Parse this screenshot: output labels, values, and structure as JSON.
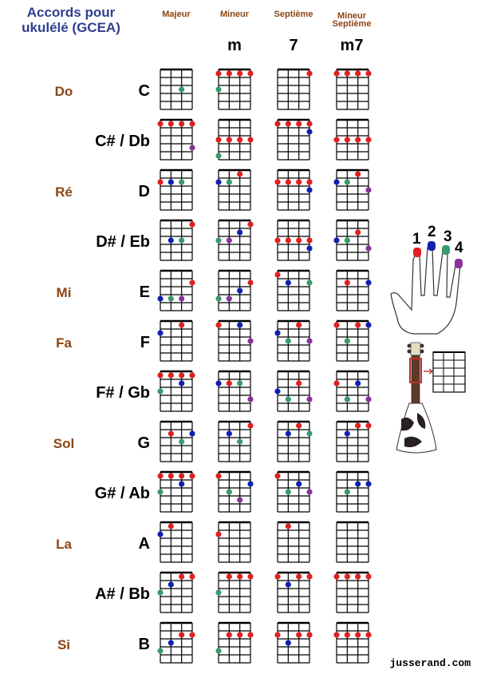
{
  "header": {
    "title_line1": "Accords pour",
    "title_line2": "ukulélé (GCEA)",
    "columns": [
      {
        "name": "Majeur",
        "name2": "",
        "symbol": ""
      },
      {
        "name": "Mineur",
        "name2": "",
        "symbol": "m"
      },
      {
        "name": "Septième",
        "name2": "",
        "symbol": "7"
      },
      {
        "name": "Mineur",
        "name2": "Septième",
        "symbol": "m7"
      }
    ]
  },
  "colors": {
    "1": "#e02020",
    "2": "#1020b0",
    "3": "#3a9a6a",
    "4": "#883399",
    "grid": "#000000",
    "label_fr": "#8b4513",
    "title": "#2e3f8f"
  },
  "hand": {
    "fingers": [
      "1",
      "2",
      "3",
      "4"
    ]
  },
  "footer": "jusserand.com",
  "chart_data": {
    "type": "diagram",
    "strings": [
      "G",
      "C",
      "E",
      "A"
    ],
    "rows": [
      {
        "fr": "Do",
        "en": "C",
        "chords": [
          [
            {
              "s": 3,
              "f": 3,
              "c": 3
            }
          ],
          [
            {
              "s": 1,
              "f": 1,
              "c": 1
            },
            {
              "s": 2,
              "f": 1,
              "c": 1
            },
            {
              "s": 3,
              "f": 1,
              "c": 1
            },
            {
              "s": 4,
              "f": 1,
              "c": 1
            },
            {
              "s": 1,
              "f": 3,
              "c": 3
            }
          ],
          [
            {
              "s": 4,
              "f": 1,
              "c": 1
            }
          ],
          [
            {
              "s": 1,
              "f": 1,
              "c": 1
            },
            {
              "s": 2,
              "f": 1,
              "c": 1
            },
            {
              "s": 3,
              "f": 1,
              "c": 1
            },
            {
              "s": 4,
              "f": 1,
              "c": 1
            }
          ]
        ]
      },
      {
        "fr": "",
        "en": "C# / Db",
        "chords": [
          [
            {
              "s": 1,
              "f": 1,
              "c": 1
            },
            {
              "s": 2,
              "f": 1,
              "c": 1
            },
            {
              "s": 3,
              "f": 1,
              "c": 1
            },
            {
              "s": 4,
              "f": 1,
              "c": 1
            },
            {
              "s": 4,
              "f": 4,
              "c": 4
            }
          ],
          [
            {
              "s": 1,
              "f": 3,
              "c": 1
            },
            {
              "s": 2,
              "f": 3,
              "c": 1
            },
            {
              "s": 3,
              "f": 3,
              "c": 1
            },
            {
              "s": 4,
              "f": 3,
              "c": 1
            },
            {
              "s": 1,
              "f": 5,
              "c": 3
            }
          ],
          [
            {
              "s": 1,
              "f": 1,
              "c": 1
            },
            {
              "s": 2,
              "f": 1,
              "c": 1
            },
            {
              "s": 3,
              "f": 1,
              "c": 1
            },
            {
              "s": 4,
              "f": 1,
              "c": 1
            },
            {
              "s": 4,
              "f": 2,
              "c": 2
            }
          ],
          [
            {
              "s": 1,
              "f": 3,
              "c": 1
            },
            {
              "s": 2,
              "f": 3,
              "c": 1
            },
            {
              "s": 3,
              "f": 3,
              "c": 1
            },
            {
              "s": 4,
              "f": 3,
              "c": 1
            }
          ]
        ]
      },
      {
        "fr": "Ré",
        "en": "D",
        "chords": [
          [
            {
              "s": 1,
              "f": 2,
              "c": 1
            },
            {
              "s": 2,
              "f": 2,
              "c": 2
            },
            {
              "s": 3,
              "f": 2,
              "c": 3
            }
          ],
          [
            {
              "s": 1,
              "f": 2,
              "c": 2
            },
            {
              "s": 2,
              "f": 2,
              "c": 3
            },
            {
              "s": 3,
              "f": 1,
              "c": 1
            }
          ],
          [
            {
              "s": 1,
              "f": 2,
              "c": 1
            },
            {
              "s": 2,
              "f": 2,
              "c": 1
            },
            {
              "s": 3,
              "f": 2,
              "c": 1
            },
            {
              "s": 4,
              "f": 2,
              "c": 1
            },
            {
              "s": 4,
              "f": 3,
              "c": 2
            }
          ],
          [
            {
              "s": 1,
              "f": 2,
              "c": 2
            },
            {
              "s": 2,
              "f": 2,
              "c": 3
            },
            {
              "s": 3,
              "f": 1,
              "c": 1
            },
            {
              "s": 4,
              "f": 3,
              "c": 4
            }
          ]
        ]
      },
      {
        "fr": "",
        "en": "D# / Eb",
        "chords": [
          [
            {
              "s": 2,
              "f": 3,
              "c": 2
            },
            {
              "s": 3,
              "f": 3,
              "c": 3
            },
            {
              "s": 4,
              "f": 1,
              "c": 1
            }
          ],
          [
            {
              "s": 1,
              "f": 3,
              "c": 3
            },
            {
              "s": 2,
              "f": 3,
              "c": 4
            },
            {
              "s": 3,
              "f": 2,
              "c": 2
            },
            {
              "s": 4,
              "f": 1,
              "c": 1
            }
          ],
          [
            {
              "s": 1,
              "f": 3,
              "c": 1
            },
            {
              "s": 2,
              "f": 3,
              "c": 1
            },
            {
              "s": 3,
              "f": 3,
              "c": 1
            },
            {
              "s": 4,
              "f": 3,
              "c": 1
            },
            {
              "s": 4,
              "f": 4,
              "c": 2
            }
          ],
          [
            {
              "s": 1,
              "f": 3,
              "c": 2
            },
            {
              "s": 2,
              "f": 3,
              "c": 3
            },
            {
              "s": 3,
              "f": 2,
              "c": 1
            },
            {
              "s": 4,
              "f": 4,
              "c": 4
            }
          ]
        ]
      },
      {
        "fr": "Mi",
        "en": "E",
        "chords": [
          [
            {
              "s": 1,
              "f": 4,
              "c": 2
            },
            {
              "s": 2,
              "f": 4,
              "c": 3
            },
            {
              "s": 3,
              "f": 4,
              "c": 4
            },
            {
              "s": 4,
              "f": 2,
              "c": 1
            }
          ],
          [
            {
              "s": 1,
              "f": 4,
              "c": 3
            },
            {
              "s": 2,
              "f": 4,
              "c": 4
            },
            {
              "s": 3,
              "f": 3,
              "c": 2
            },
            {
              "s": 4,
              "f": 2,
              "c": 1
            }
          ],
          [
            {
              "s": 1,
              "f": 1,
              "c": 1
            },
            {
              "s": 2,
              "f": 2,
              "c": 2
            },
            {
              "s": 4,
              "f": 2,
              "c": 3
            }
          ],
          [
            {
              "s": 2,
              "f": 2,
              "c": 1
            },
            {
              "s": 4,
              "f": 2,
              "c": 2
            }
          ]
        ]
      },
      {
        "fr": "Fa",
        "en": "F",
        "chords": [
          [
            {
              "s": 1,
              "f": 2,
              "c": 2
            },
            {
              "s": 3,
              "f": 1,
              "c": 1
            }
          ],
          [
            {
              "s": 1,
              "f": 1,
              "c": 1
            },
            {
              "s": 3,
              "f": 1,
              "c": 2
            },
            {
              "s": 4,
              "f": 3,
              "c": 4
            }
          ],
          [
            {
              "s": 1,
              "f": 2,
              "c": 2
            },
            {
              "s": 2,
              "f": 3,
              "c": 3
            },
            {
              "s": 3,
              "f": 1,
              "c": 1
            },
            {
              "s": 4,
              "f": 3,
              "c": 4
            }
          ],
          [
            {
              "s": 1,
              "f": 1,
              "c": 1
            },
            {
              "s": 2,
              "f": 3,
              "c": 3
            },
            {
              "s": 3,
              "f": 1,
              "c": 1
            },
            {
              "s": 4,
              "f": 1,
              "c": 2
            }
          ]
        ]
      },
      {
        "fr": "",
        "en": "F# / Gb",
        "chords": [
          [
            {
              "s": 1,
              "f": 1,
              "c": 1
            },
            {
              "s": 2,
              "f": 1,
              "c": 1
            },
            {
              "s": 3,
              "f": 1,
              "c": 1
            },
            {
              "s": 4,
              "f": 1,
              "c": 1
            },
            {
              "s": 1,
              "f": 3,
              "c": 3
            },
            {
              "s": 3,
              "f": 2,
              "c": 2
            }
          ],
          [
            {
              "s": 1,
              "f": 2,
              "c": 2
            },
            {
              "s": 2,
              "f": 2,
              "c": 1
            },
            {
              "s": 3,
              "f": 2,
              "c": 3
            },
            {
              "s": 4,
              "f": 4,
              "c": 4
            }
          ],
          [
            {
              "s": 1,
              "f": 3,
              "c": 2
            },
            {
              "s": 2,
              "f": 4,
              "c": 3
            },
            {
              "s": 3,
              "f": 2,
              "c": 1
            },
            {
              "s": 4,
              "f": 4,
              "c": 4
            }
          ],
          [
            {
              "s": 1,
              "f": 2,
              "c": 1
            },
            {
              "s": 2,
              "f": 4,
              "c": 3
            },
            {
              "s": 3,
              "f": 2,
              "c": 2
            },
            {
              "s": 4,
              "f": 4,
              "c": 4
            }
          ]
        ]
      },
      {
        "fr": "Sol",
        "en": "G",
        "chords": [
          [
            {
              "s": 2,
              "f": 2,
              "c": 1
            },
            {
              "s": 3,
              "f": 3,
              "c": 3
            },
            {
              "s": 4,
              "f": 2,
              "c": 2
            }
          ],
          [
            {
              "s": 2,
              "f": 2,
              "c": 2
            },
            {
              "s": 3,
              "f": 3,
              "c": 3
            },
            {
              "s": 4,
              "f": 1,
              "c": 1
            }
          ],
          [
            {
              "s": 2,
              "f": 2,
              "c": 2
            },
            {
              "s": 3,
              "f": 1,
              "c": 1
            },
            {
              "s": 4,
              "f": 2,
              "c": 3
            }
          ],
          [
            {
              "s": 2,
              "f": 2,
              "c": 2
            },
            {
              "s": 3,
              "f": 1,
              "c": 1
            },
            {
              "s": 4,
              "f": 1,
              "c": 1
            }
          ]
        ]
      },
      {
        "fr": "",
        "en": "G# / Ab",
        "chords": [
          [
            {
              "s": 1,
              "f": 1,
              "c": 1
            },
            {
              "s": 2,
              "f": 1,
              "c": 1
            },
            {
              "s": 3,
              "f": 1,
              "c": 1
            },
            {
              "s": 4,
              "f": 1,
              "c": 1
            },
            {
              "s": 1,
              "f": 3,
              "c": 3
            },
            {
              "s": 3,
              "f": 2,
              "c": 2
            }
          ],
          [
            {
              "s": 1,
              "f": 1,
              "c": 1
            },
            {
              "s": 2,
              "f": 3,
              "c": 3
            },
            {
              "s": 3,
              "f": 4,
              "c": 4
            },
            {
              "s": 4,
              "f": 2,
              "c": 2
            }
          ],
          [
            {
              "s": 1,
              "f": 1,
              "c": 1
            },
            {
              "s": 2,
              "f": 3,
              "c": 3
            },
            {
              "s": 3,
              "f": 2,
              "c": 2
            },
            {
              "s": 4,
              "f": 3,
              "c": 4
            }
          ],
          [
            {
              "s": 2,
              "f": 3,
              "c": 3
            },
            {
              "s": 3,
              "f": 2,
              "c": 2
            },
            {
              "s": 4,
              "f": 2,
              "c": 2
            }
          ]
        ]
      },
      {
        "fr": "La",
        "en": "A",
        "chords": [
          [
            {
              "s": 1,
              "f": 2,
              "c": 2
            },
            {
              "s": 2,
              "f": 1,
              "c": 1
            }
          ],
          [
            {
              "s": 1,
              "f": 2,
              "c": 1
            }
          ],
          [
            {
              "s": 2,
              "f": 1,
              "c": 1
            }
          ],
          []
        ]
      },
      {
        "fr": "",
        "en": "A# / Bb",
        "chords": [
          [
            {
              "s": 1,
              "f": 3,
              "c": 3
            },
            {
              "s": 2,
              "f": 2,
              "c": 2
            },
            {
              "s": 3,
              "f": 1,
              "c": 1
            },
            {
              "s": 4,
              "f": 1,
              "c": 1
            }
          ],
          [
            {
              "s": 1,
              "f": 3,
              "c": 3
            },
            {
              "s": 2,
              "f": 1,
              "c": 1
            },
            {
              "s": 3,
              "f": 1,
              "c": 1
            },
            {
              "s": 4,
              "f": 1,
              "c": 1
            }
          ],
          [
            {
              "s": 1,
              "f": 1,
              "c": 1
            },
            {
              "s": 2,
              "f": 2,
              "c": 2
            },
            {
              "s": 3,
              "f": 1,
              "c": 1
            },
            {
              "s": 4,
              "f": 1,
              "c": 1
            }
          ],
          [
            {
              "s": 1,
              "f": 1,
              "c": 1
            },
            {
              "s": 2,
              "f": 1,
              "c": 1
            },
            {
              "s": 3,
              "f": 1,
              "c": 1
            },
            {
              "s": 4,
              "f": 1,
              "c": 1
            }
          ]
        ]
      },
      {
        "fr": "Si",
        "en": "B",
        "chords": [
          [
            {
              "s": 1,
              "f": 4,
              "c": 3
            },
            {
              "s": 2,
              "f": 3,
              "c": 2
            },
            {
              "s": 3,
              "f": 2,
              "c": 1
            },
            {
              "s": 4,
              "f": 2,
              "c": 1
            }
          ],
          [
            {
              "s": 1,
              "f": 4,
              "c": 3
            },
            {
              "s": 2,
              "f": 2,
              "c": 1
            },
            {
              "s": 3,
              "f": 2,
              "c": 1
            },
            {
              "s": 4,
              "f": 2,
              "c": 1
            }
          ],
          [
            {
              "s": 1,
              "f": 2,
              "c": 1
            },
            {
              "s": 2,
              "f": 3,
              "c": 2
            },
            {
              "s": 3,
              "f": 2,
              "c": 1
            },
            {
              "s": 4,
              "f": 2,
              "c": 1
            }
          ],
          [
            {
              "s": 1,
              "f": 2,
              "c": 1
            },
            {
              "s": 2,
              "f": 2,
              "c": 1
            },
            {
              "s": 3,
              "f": 2,
              "c": 1
            },
            {
              "s": 4,
              "f": 2,
              "c": 1
            }
          ]
        ]
      }
    ]
  }
}
